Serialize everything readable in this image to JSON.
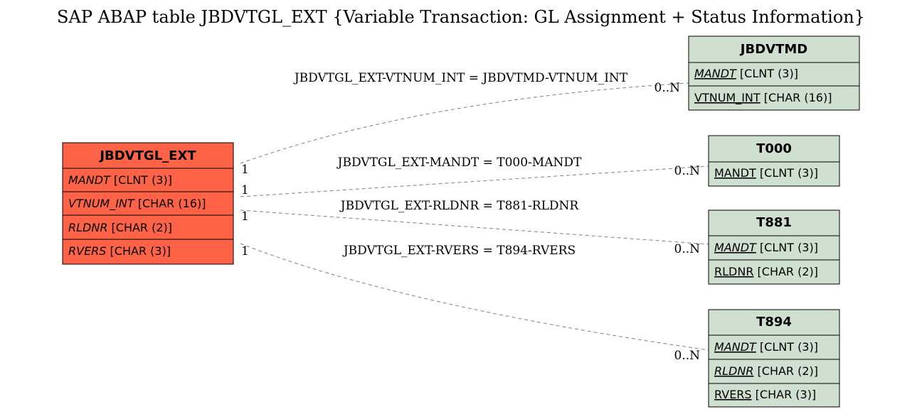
{
  "title": "SAP ABAP table JBDVTGL_EXT {Variable Transaction: GL Assignment + Status Information}",
  "colors": {
    "main_table_fill": "#ff6347",
    "related_table_fill": "#d0e0d0",
    "border": "#000000",
    "edge": "#808080"
  },
  "main_table": {
    "name": "JBDVTGL_EXT",
    "fields": [
      {
        "name": "MANDT",
        "type": "[CLNT (3)]"
      },
      {
        "name": "VTNUM_INT",
        "type": "[CHAR (16)]"
      },
      {
        "name": "RLDNR",
        "type": "[CHAR (2)]"
      },
      {
        "name": "RVERS",
        "type": "[CHAR (3)]"
      }
    ]
  },
  "related_tables": [
    {
      "name": "JBDVTMD",
      "fields": [
        {
          "name": "MANDT",
          "type": "[CLNT (3)]"
        },
        {
          "name": "VTNUM_INT",
          "type": "[CHAR (16)]"
        }
      ]
    },
    {
      "name": "T000",
      "fields": [
        {
          "name": "MANDT",
          "type": "[CLNT (3)]"
        }
      ]
    },
    {
      "name": "T881",
      "fields": [
        {
          "name": "MANDT",
          "type": "[CLNT (3)]"
        },
        {
          "name": "RLDNR",
          "type": "[CHAR (2)]"
        }
      ]
    },
    {
      "name": "T894",
      "fields": [
        {
          "name": "MANDT",
          "type": "[CLNT (3)]"
        },
        {
          "name": "RLDNR",
          "type": "[CHAR (2)]"
        },
        {
          "name": "RVERS",
          "type": "[CHAR (3)]"
        }
      ]
    }
  ],
  "relations": [
    {
      "label": "JBDVTGL_EXT-VTNUM_INT = JBDVTMD-VTNUM_INT",
      "from_card": "1",
      "to_card": "0..N"
    },
    {
      "label": "JBDVTGL_EXT-MANDT = T000-MANDT",
      "from_card": "1",
      "to_card": "0..N"
    },
    {
      "label": "JBDVTGL_EXT-RLDNR = T881-RLDNR",
      "from_card": "1",
      "to_card": "0..N"
    },
    {
      "label": "JBDVTGL_EXT-RVERS = T894-RVERS",
      "from_card": "1",
      "to_card": "0..N"
    }
  ]
}
